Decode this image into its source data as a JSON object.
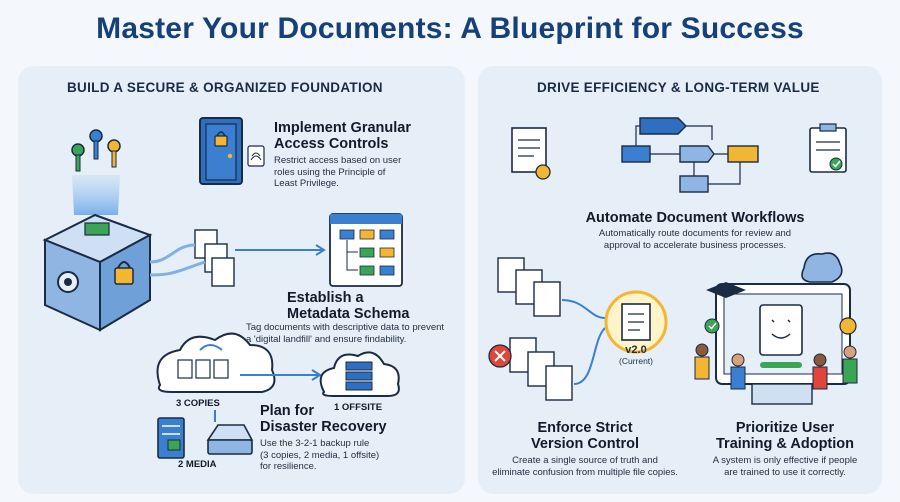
{
  "title": "Master Your Documents: A Blueprint for Success",
  "left_panel": {
    "heading": "BUILD A SECURE & ORGANIZED FOUNDATION",
    "access": {
      "title_line1": "Implement Granular",
      "title_line2": "Access Controls",
      "desc_line1": "Restrict access based on user",
      "desc_line2": "roles using the Principle of",
      "desc_line3": "Least Privilege."
    },
    "metadata": {
      "title_line1": "Establish a",
      "title_line2": "Metadata Schema",
      "desc_line1": "Tag documents with descriptive data to prevent",
      "desc_line2": "a 'digital landfill' and ensure findability."
    },
    "recovery": {
      "title_line1": "Plan for",
      "title_line2": "Disaster Recovery",
      "desc_line1": "Use the 3-2-1 backup rule",
      "desc_line2": "(3 copies, 2 media, 1 offsite)",
      "desc_line3": "for resilience.",
      "label_copies": "3 COPIES",
      "label_offsite": "1 OFFSITE",
      "label_media": "2 MEDIA"
    }
  },
  "right_panel": {
    "heading": "DRIVE EFFICIENCY & LONG-TERM VALUE",
    "workflow": {
      "title": "Automate Document Workflows",
      "desc_line1": "Automatically route documents for review and",
      "desc_line2": "approval to accelerate business processes."
    },
    "version": {
      "badge": "v2.0",
      "badge_sub": "(Current)",
      "title_line1": "Enforce Strict",
      "title_line2": "Version Control",
      "desc_line1": "Create a single source of truth and",
      "desc_line2": "eliminate confusion from multiple file copies."
    },
    "training": {
      "title_line1": "Prioritize User",
      "title_line2": "Training & Adoption",
      "desc_line1": "A system is only effective if people",
      "desc_line2": "are trained to use it correctly."
    }
  },
  "colors": {
    "navy": "#15407a",
    "accent_blue": "#3b7fd0",
    "folder_yellow": "#f2b632",
    "success_green": "#3aa655",
    "error_red": "#e0453a"
  }
}
